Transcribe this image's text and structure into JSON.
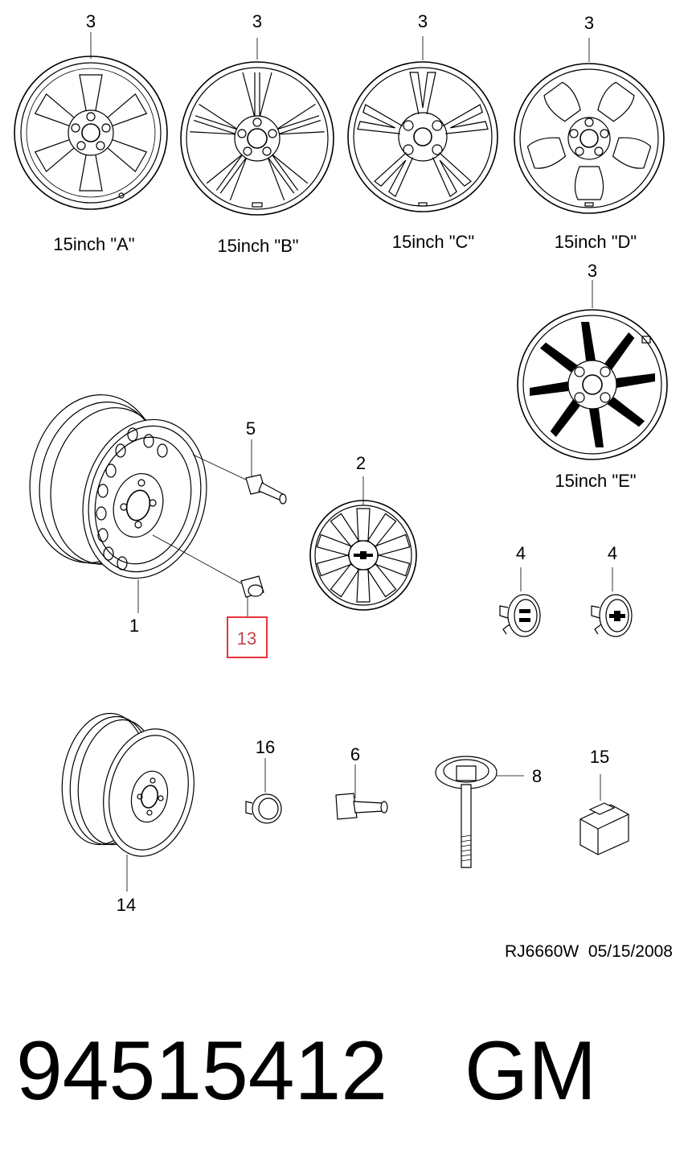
{
  "callouts": {
    "wheel_a_num": "3",
    "wheel_a_label": "15inch \"A\"",
    "wheel_b_num": "3",
    "wheel_b_label": "15inch \"B\"",
    "wheel_c_num": "3",
    "wheel_c_label": "15inch \"C\"",
    "wheel_d_num": "3",
    "wheel_d_label": "15inch \"D\"",
    "wheel_e_num": "3",
    "wheel_e_label": "15inch \"E\"",
    "steel_wheel": "1",
    "wheel_cover": "2",
    "center_cap_1": "4",
    "center_cap_2": "4",
    "tire_valve": "5",
    "valve": "6",
    "bolt": "8",
    "wheel_nut": "13",
    "spare_wheel": "14",
    "clip": "15",
    "plug": "16"
  },
  "diagram_code": "RJ6660W  05/15/2008",
  "part_number": "94515412",
  "brand": "GM",
  "colors": {
    "highlight": "#e8333b",
    "highlight_text": "#c0474c",
    "ink": "#000000"
  }
}
